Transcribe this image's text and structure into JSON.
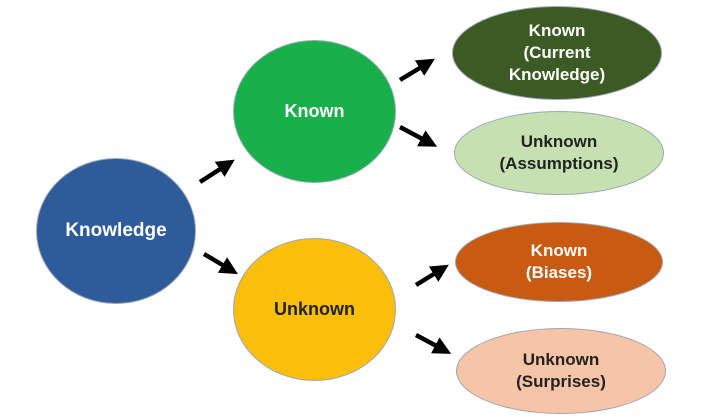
{
  "diagram": {
    "root": {
      "label": "Knowledge",
      "color": "#2e5b9a"
    },
    "known": {
      "label": "Known",
      "color": "#18b04a"
    },
    "unknown": {
      "label": "Unknown",
      "color": "#fbbf0a"
    },
    "known_known": {
      "line1": "Known",
      "line2": "(Current",
      "line3": "Knowledge)",
      "color": "#3c5a23"
    },
    "known_unknown": {
      "line1": "Unknown",
      "line2": "(Assumptions)",
      "color": "#c6e0b2"
    },
    "unknown_known": {
      "line1": "Known",
      "line2": "(Biases)",
      "color": "#c85a12"
    },
    "unknown_unknown": {
      "line1": "Unknown",
      "line2": "(Surprises)",
      "color": "#f6c4a6"
    },
    "arrow_color": "#000000"
  }
}
